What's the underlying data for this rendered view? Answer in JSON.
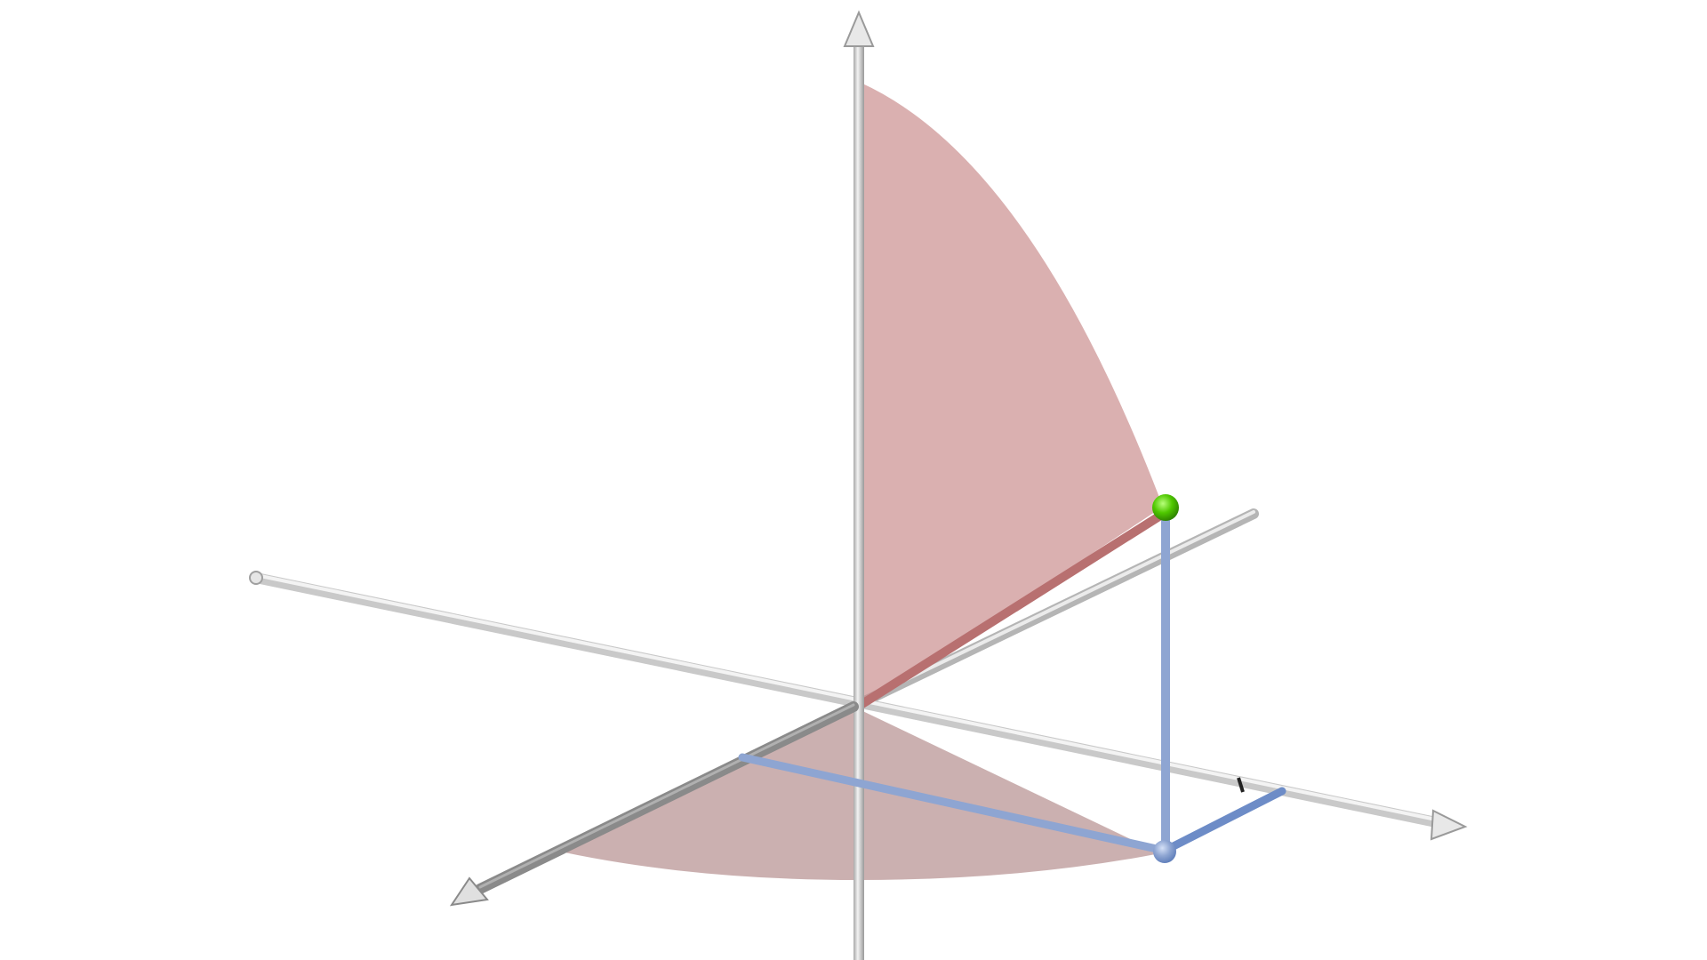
{
  "scene": {
    "background": "#ffffff",
    "colors": {
      "axis": "#d6d6d6",
      "axis_dark": "#8a8a8a",
      "surface_fill": "#c98a8a",
      "surface_edge": "#b87070",
      "segment": "#8ea5d2",
      "segment_dark": "#5a7ab8",
      "point_top": "#4fc800",
      "point_base": "#8ea5d2"
    },
    "axes": [
      {
        "name": "x-axis",
        "arrow": "front-left"
      },
      {
        "name": "y-axis",
        "arrow": "right"
      },
      {
        "name": "z-axis",
        "arrow": "up"
      }
    ],
    "icons": {
      "arrow_tip": "arrowhead-icon",
      "axis_end": "rounded-end-icon"
    }
  }
}
